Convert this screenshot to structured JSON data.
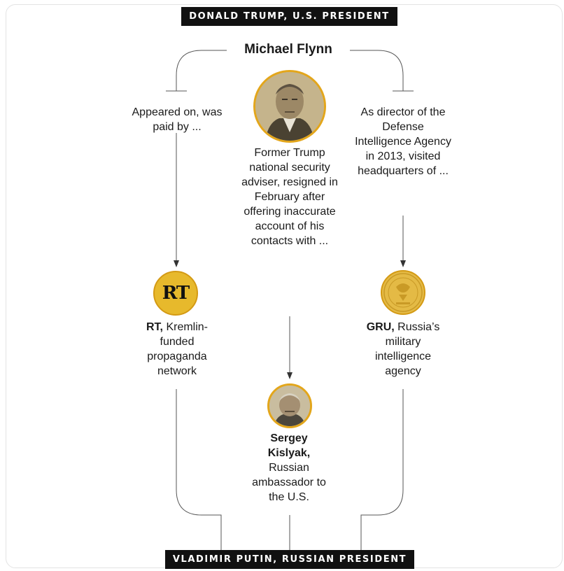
{
  "top_banner": "DONALD TRUMP, U.S. PRESIDENT",
  "bottom_banner": "VLADIMIR PUTIN, RUSSIAN PRESIDENT",
  "center": {
    "name": "Michael Flynn",
    "description": "Former Trump national security adviser, resigned in February after offering inaccurate account of his contacts with ...",
    "photo_icon": "portrait-photo"
  },
  "left": {
    "caption": "Appeared on, was paid by ...",
    "entity_bold": "RT,",
    "entity_rest": "Kremlin-funded propaganda network",
    "logo_text": "RT"
  },
  "right": {
    "caption": "As director of the Defense Intelligence Agency in 2013, visited headquarters of ...",
    "entity_bold": "GRU,",
    "entity_rest": "Russia’s military intelligence agency",
    "emblem_icon": "gru-emblem"
  },
  "bottom_center": {
    "entity_bold": "Sergey Kislyak,",
    "entity_rest": "Russian ambassador to the U.S.",
    "photo_icon": "portrait-photo"
  },
  "colors": {
    "banner_bg": "#111111",
    "accent_gold": "#e3a61b",
    "line": "#555555"
  }
}
